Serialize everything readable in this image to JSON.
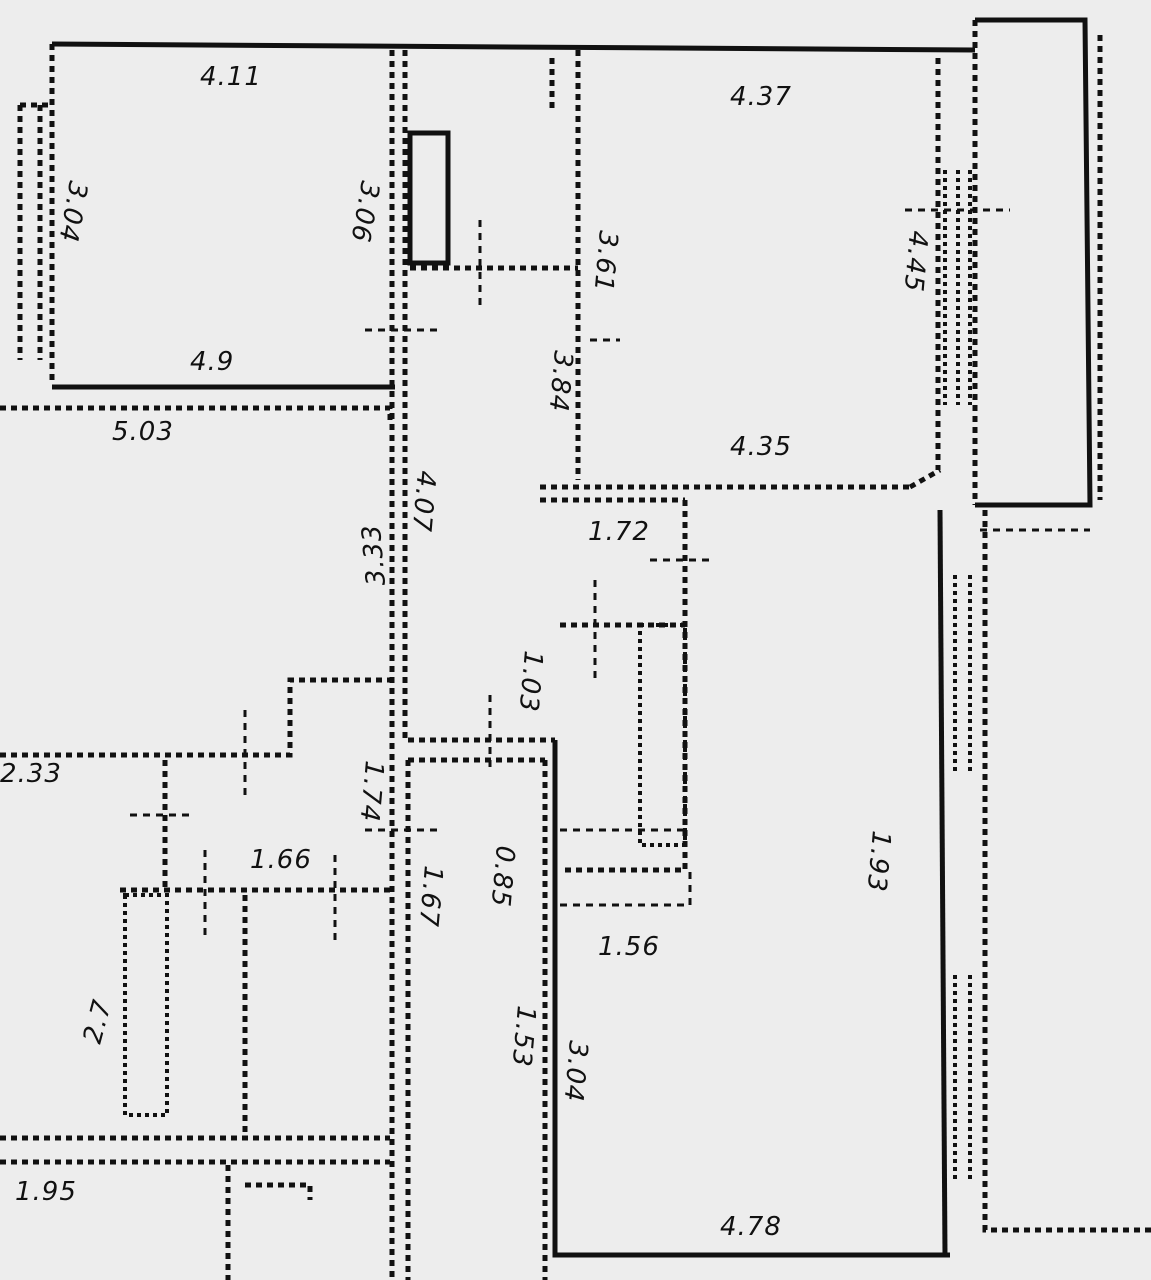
{
  "plan": {
    "dimensions": [
      "4.11",
      "3.04",
      "3.06",
      "4.9",
      "5.03",
      "4.37",
      "3.61",
      "3.84",
      "4.45",
      "4.35",
      "1.72",
      "3.33",
      "4.07",
      "1.03",
      "1.74",
      "2.33",
      "1.66",
      "1.67",
      "0.85",
      "1.56",
      "2.7",
      "1.53",
      "3.04",
      "1.93",
      "1.95",
      "4.78"
    ]
  }
}
